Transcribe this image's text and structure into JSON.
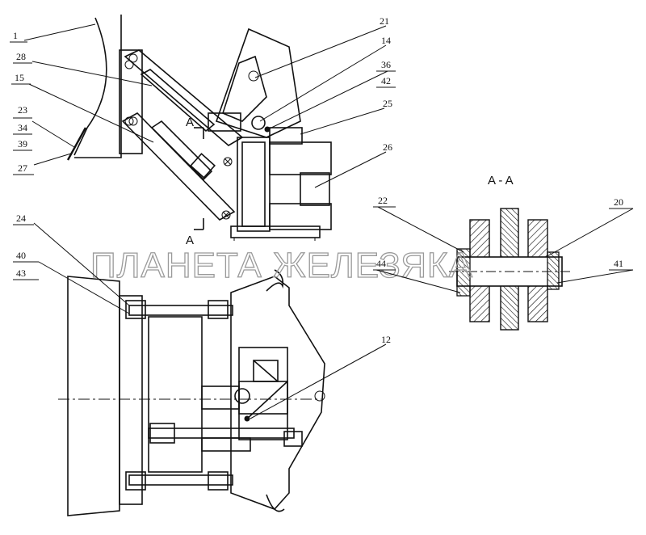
{
  "section": {
    "marker": "A",
    "title": "A - A"
  },
  "watermark": "ПЛАНЕТА ЖЕЛЕЗЯКА",
  "callouts": [
    {
      "id": "c1",
      "text": "1"
    },
    {
      "id": "c28",
      "text": "28"
    },
    {
      "id": "c15",
      "text": "15"
    },
    {
      "id": "c23",
      "text": "23"
    },
    {
      "id": "c34",
      "text": "34"
    },
    {
      "id": "c39",
      "text": "39"
    },
    {
      "id": "c27",
      "text": "27"
    },
    {
      "id": "c21",
      "text": "21"
    },
    {
      "id": "c14",
      "text": "14"
    },
    {
      "id": "c36",
      "text": "36"
    },
    {
      "id": "c42",
      "text": "42"
    },
    {
      "id": "c25",
      "text": "25"
    },
    {
      "id": "c26",
      "text": "26"
    },
    {
      "id": "c24",
      "text": "24"
    },
    {
      "id": "c40",
      "text": "40"
    },
    {
      "id": "c43",
      "text": "43"
    },
    {
      "id": "c12",
      "text": "12"
    },
    {
      "id": "c22",
      "text": "22"
    },
    {
      "id": "c20",
      "text": "20"
    },
    {
      "id": "c44",
      "text": "44"
    },
    {
      "id": "c41",
      "text": "41"
    }
  ]
}
